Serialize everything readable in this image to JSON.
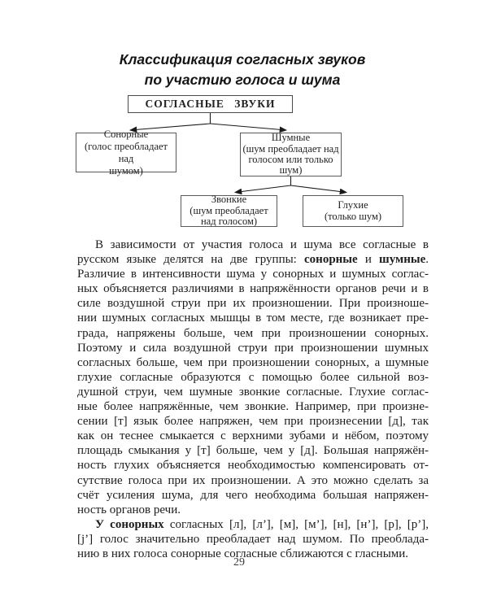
{
  "heading": {
    "line1": "Классификация согласных звуков",
    "line2": "по участию голоса и шума"
  },
  "diagram": {
    "root_label": "СОГЛАСНЫЕ  ЗВУКИ",
    "nodes": {
      "sonorous": {
        "label": "Сонорные",
        "note": "(голос преобладает над\nшумом)"
      },
      "noisy": {
        "label": "Шумные",
        "note": "(шум преобладает над\nголосом или только\nшум)"
      },
      "voiced": {
        "label": "Звонкие",
        "note": "(шум преобладает\nнад голосом)"
      },
      "voiceless": {
        "label": "Глухие",
        "note": "(только шум)"
      }
    },
    "line_color": "#1a1a1a"
  },
  "body": {
    "paragraphs": [
      [
        "В зависимости от участия голоса и шума все согласные в",
        "русском языке делятся на две группы: **сонорные** и **шумные**.",
        "Различие в интенсивности шума у сонорных и шумных соглас-",
        "ных объясняется различиями в напряжённости органов речи и в",
        "силе воздушной струи при их произношении. При произноше-",
        "нии шумных согласных мышцы в том месте, где возникает пре-",
        "града, напряжены больше, чем при произношении сонорных.",
        "Поэтому и сила воздушной струи при произношении шумных",
        "согласных больше, чем при произношении сонорных, а шумные",
        "глухие согласные образуются с помощью более сильной воз-",
        "душной струи, чем шумные звонкие согласные. Глухие соглас-",
        "ные более напряжённые, чем звонкие. Например, при произне-",
        "сении [т] язык более напряжен, чем при произнесении [д], так",
        "как он теснее смыкается с верхними зубами и нёбом, поэтому",
        "площадь смыкания у [т] больше, чем у [д]. Большая напряжён-",
        "ность глухих объясняется необходимостью компенсировать от-",
        "сутствие голоса при их произношении. А это можно сделать за",
        "счёт усиления шума, для чего необходима большая напряжен-",
        "ность органов речи."
      ],
      [
        "**У сонорных** согласных [л], [л’], [м], [м’], [н], [н’], [р], [р’],",
        "[j’] голос значительно преобладает над шумом. По преоблада-",
        "нию в них голоса сонорные согласные сближаются с гласными."
      ]
    ]
  },
  "footer": {
    "page_number": "29"
  }
}
